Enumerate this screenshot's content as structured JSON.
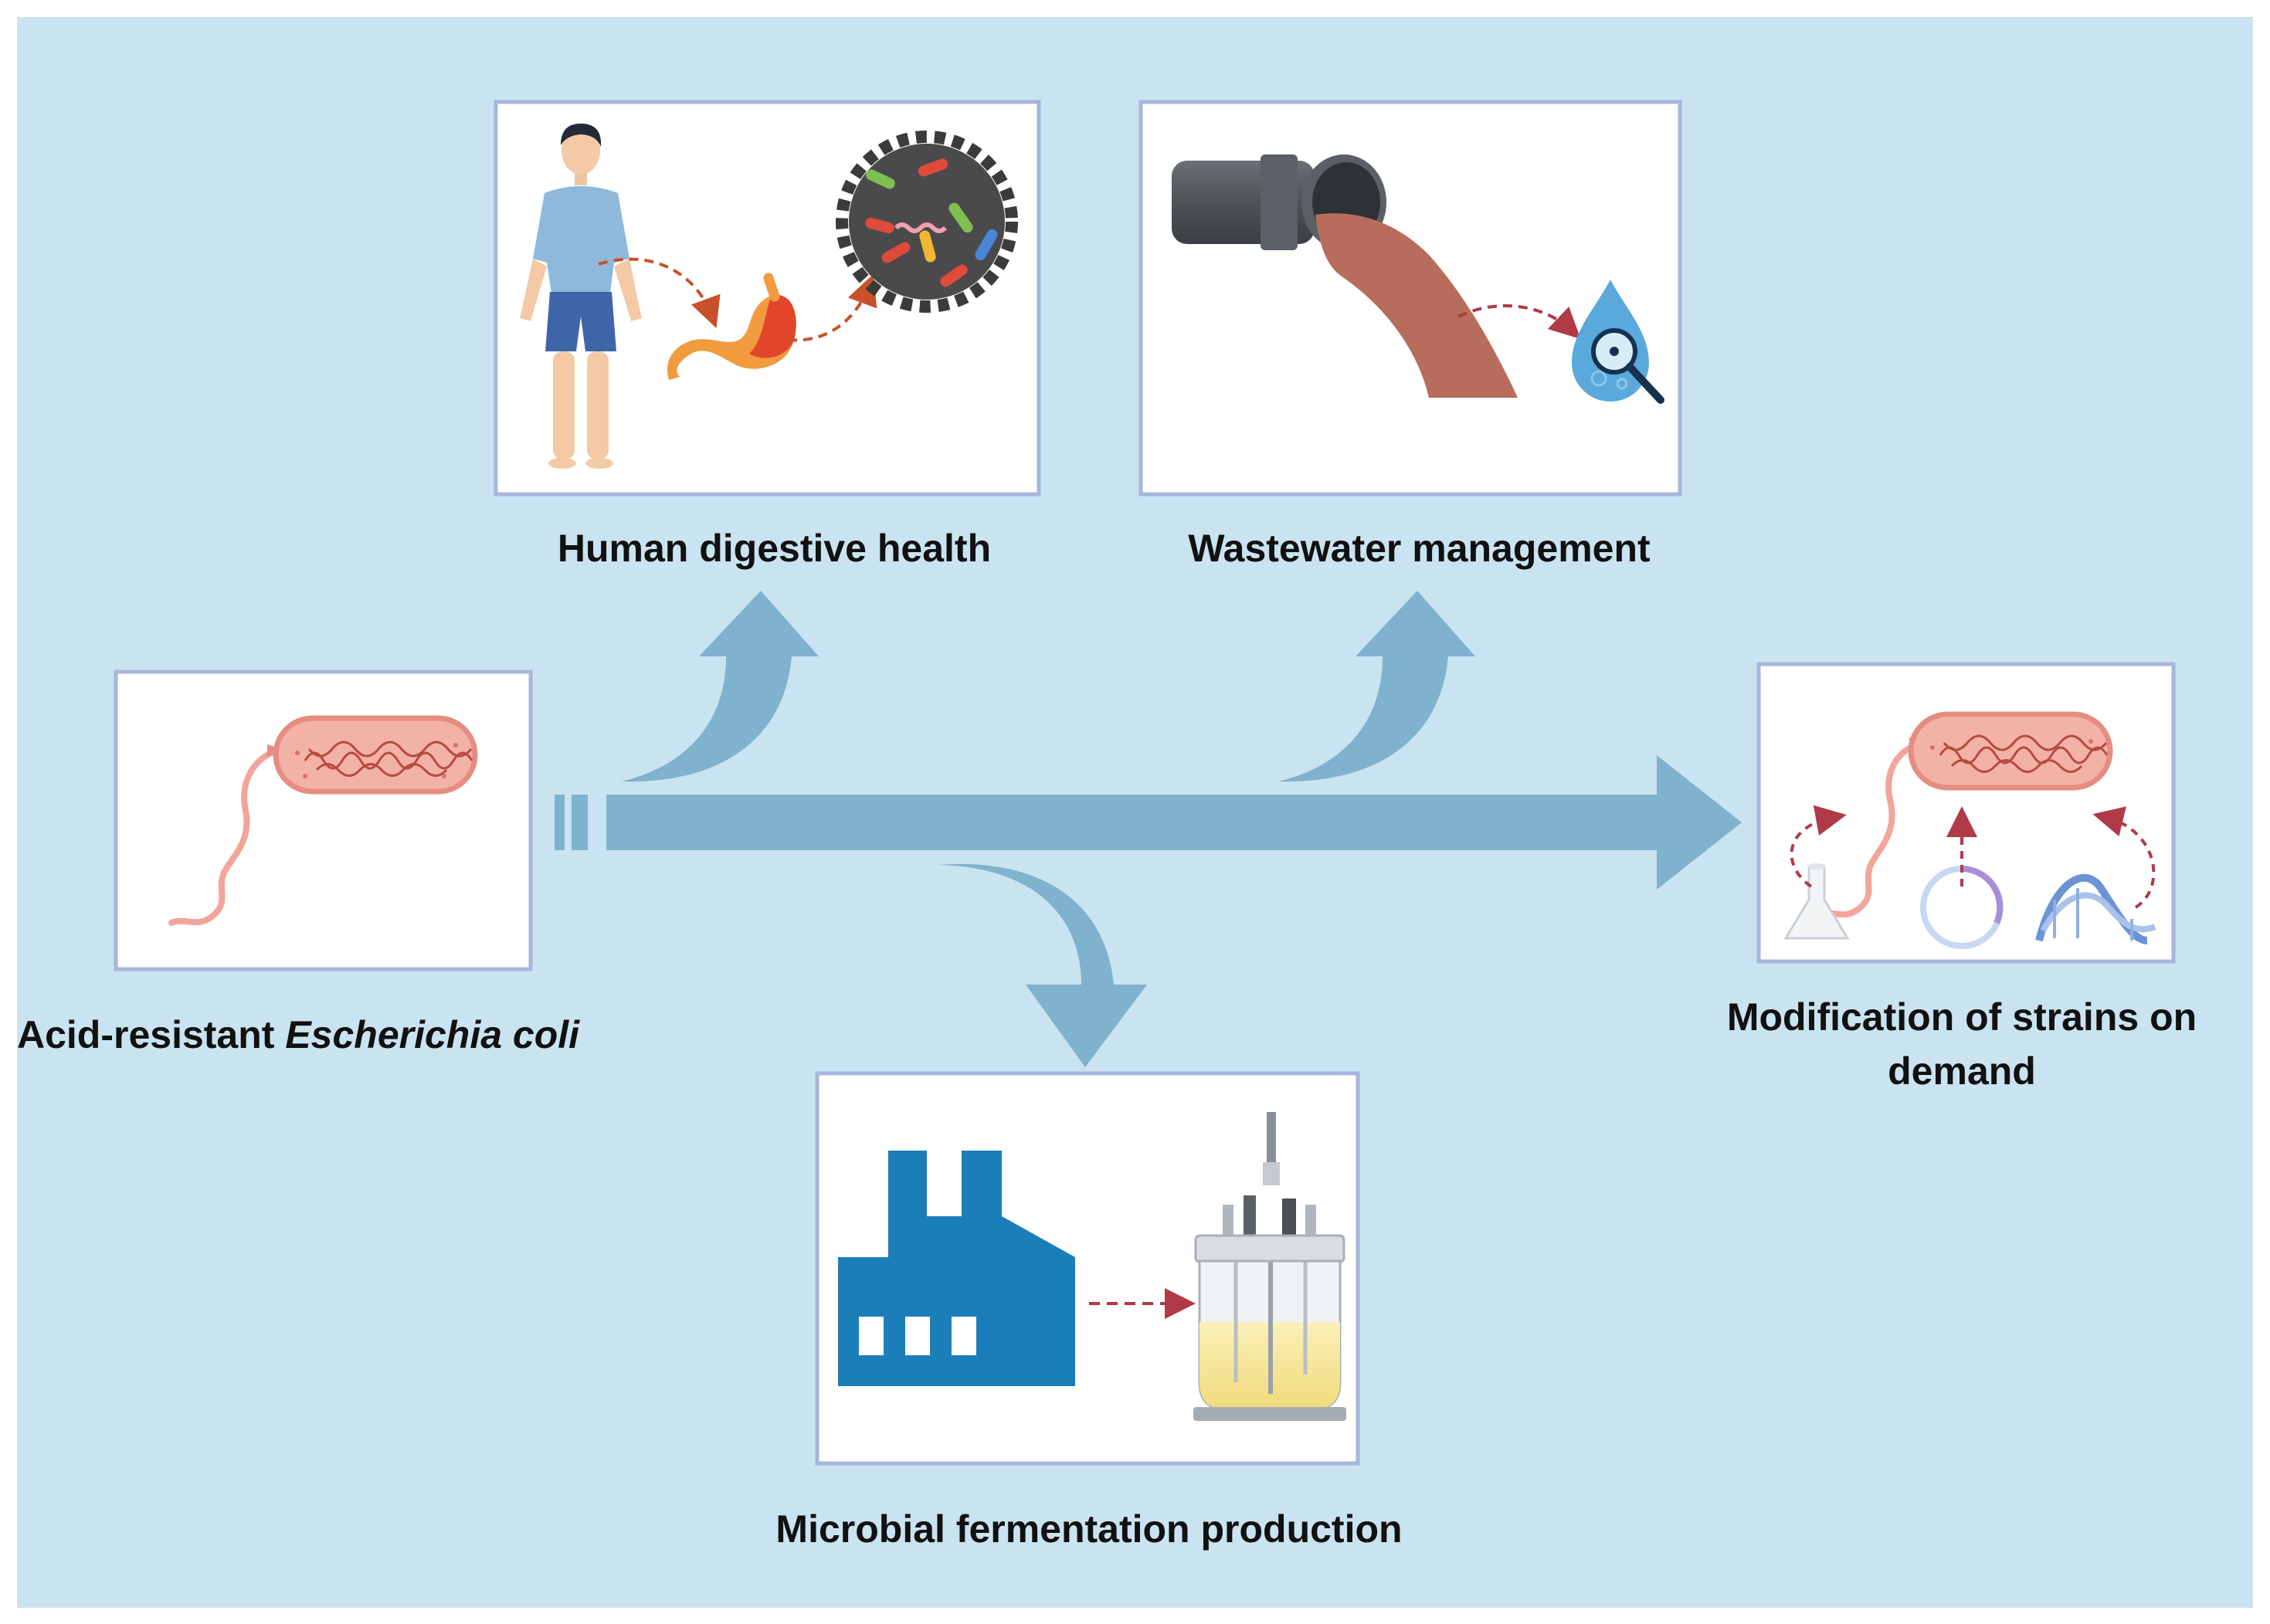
{
  "panels": {
    "source": {
      "label_plain": "Acid-resistant ",
      "label_italic": "Escherichia coli"
    },
    "digestive": {
      "label": "Human digestive health"
    },
    "wastewater": {
      "label": "Wastewater management"
    },
    "fermentation": {
      "label": "Microbial fermentation production"
    },
    "modification": {
      "label": "Modification of strains on demand"
    }
  },
  "colors": {
    "background": "#cae3f0",
    "arrow": "#7fb2cd",
    "panel_border": "#a6b6dc",
    "panel_fill": "#ffffff",
    "dashed_arrow": "#b03a48",
    "dashed_arrow_orange": "#c8502a",
    "factory": "#1b7eb8",
    "pipe": "#4d5257",
    "sewage": "#b86d5c",
    "bacterium_body": "#f3b2a6",
    "bacterium_outline": "#e58d80",
    "flagellum": "#f2a59a"
  },
  "icons": [
    "person-icon",
    "stomach-icon",
    "gut-microbiota-icon",
    "pipe-icon",
    "water-drop-magnifier-icon",
    "bacterium-icon",
    "factory-icon",
    "bioreactor-icon",
    "flask-icon",
    "plasmid-icon",
    "dna-icon"
  ]
}
